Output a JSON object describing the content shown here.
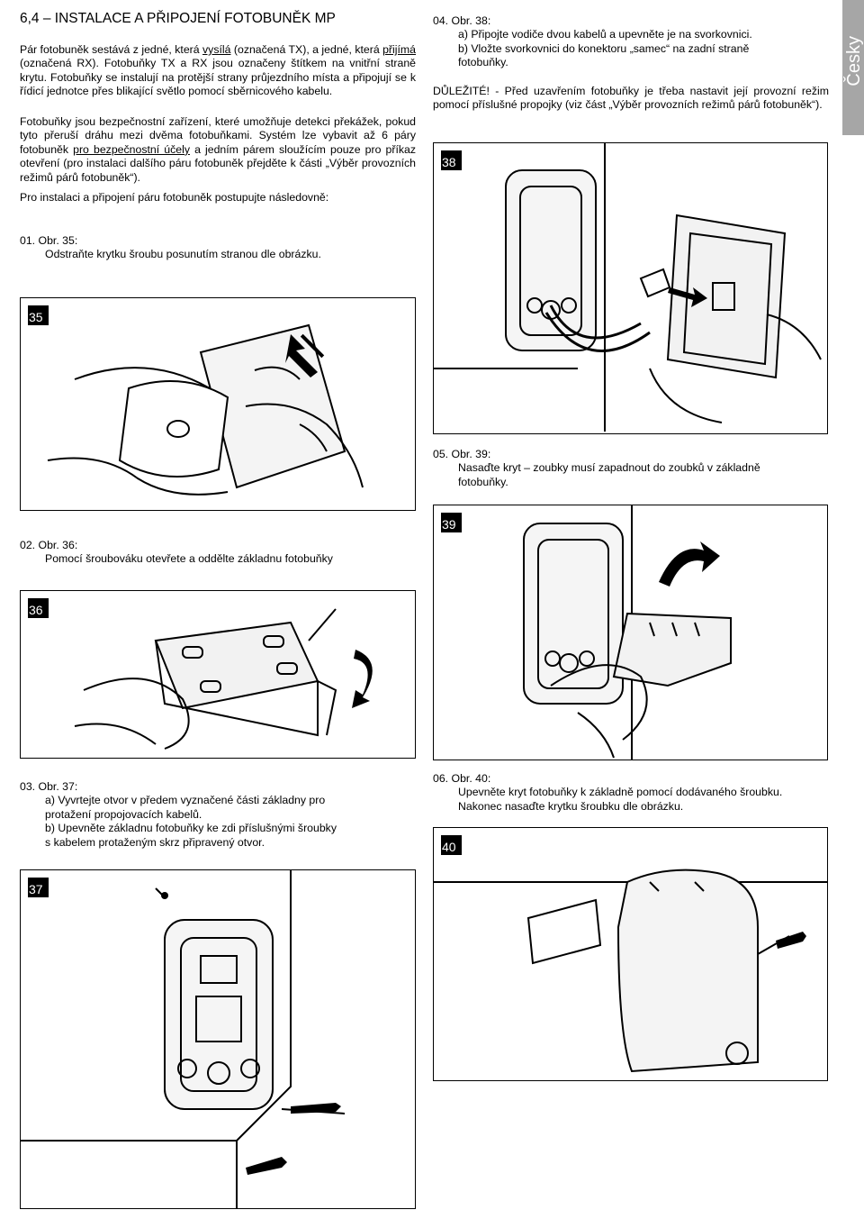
{
  "title": "6,4 – INSTALACE A PŘIPOJENÍ FOTOBUNĚK MP",
  "side_tab": "Česky",
  "intro": {
    "p1_a": "Pár fotobuněk sestává z jedné, která ",
    "p1_u1": "vysílá",
    "p1_b": " (označená TX), a jedné, která ",
    "p1_u2": "přijímá",
    "p1_c": " (označená RX). Fotobuňky TX a RX jsou označeny štítkem na vnitřní straně krytu. Fotobuňky se instalují na protější strany průjezdního místa a připojují se k řídicí jednotce přes blikající světlo pomocí sběrnicového kabelu.",
    "p2_a": "Fotobuňky jsou bezpečnostní zařízení, které umožňuje detekci překážek, pokud tyto přeruší dráhu mezi dvěma fotobuňkami. Systém lze vybavit až 6 páry fotobuněk ",
    "p2_u": "pro bezpečnostní účely",
    "p2_b": " a jedním párem sloužícím pouze pro příkaz otevření (pro instalaci dalšího páru fotobuněk přejděte k části „Výběr provozních režimů párů fotobuněk“).",
    "p3": "Pro instalaci a připojení páru fotobuněk postupujte následovně:"
  },
  "steps": [
    {
      "num": "01.",
      "ref": "Obr. 35:",
      "lines": [
        "Odstraňte krytku šroubu posunutím stranou dle obrázku."
      ]
    },
    {
      "num": "02.",
      "ref": "Obr. 36:",
      "lines": [
        "Pomocí šroubováku otevřete a oddělte základnu fotobuňky"
      ]
    },
    {
      "num": "03.",
      "ref": "Obr. 37:",
      "lines": [
        "a) Vyvrtejte otvor v předem vyznačené části základny pro",
        "protažení propojovacích kabelů.",
        "b) Upevněte základnu fotobuňky ke zdi příslušnými šroubky",
        "s kabelem protaženým skrz připravený otvor."
      ]
    },
    {
      "num": "04.",
      "ref": "Obr. 38:",
      "lines": [
        "a) Připojte vodiče dvou kabelů a upevněte je na svorkovnici.",
        "b) Vložte svorkovnici do konektoru „samec“ na zadní straně",
        "fotobuňky."
      ]
    },
    {
      "num": "05.",
      "ref": "Obr. 39:",
      "lines": [
        "Nasaďte kryt – zoubky musí zapadnout do zoubků v základně",
        "fotobuňky."
      ]
    },
    {
      "num": "06.",
      "ref": "Obr. 40:",
      "lines": [
        "Upevněte kryt fotobuňky k základně pomocí dodávaného šroubku.",
        "Nakonec nasaďte krytku šroubku dle obrázku."
      ]
    }
  ],
  "important": {
    "label": "DŮLEŽITÉ!",
    "text": " - Před uzavřením fotobuňky je třeba nastavit její provozní režim pomocí příslušné propojky (viz část „Výběr provozních režimů párů fotobuněk“)."
  },
  "figures": {
    "f35": "35",
    "f36": "36",
    "f37": "37",
    "f38": "38",
    "f39": "39",
    "f40": "40"
  }
}
